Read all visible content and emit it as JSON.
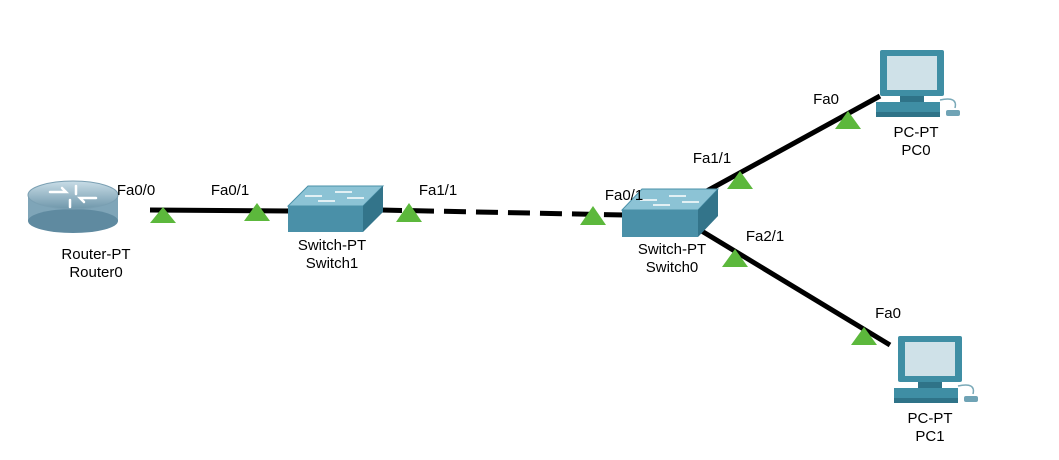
{
  "colors": {
    "link": "#000000",
    "port_indicator": "#5cb83c",
    "switch_body": "#4a90a8",
    "pc_body": "#3f8ea4",
    "router_body": "#8fb6c8"
  },
  "devices": {
    "router0": {
      "type": "Router-PT",
      "name": "Router0"
    },
    "switch1": {
      "type": "Switch-PT",
      "name": "Switch1"
    },
    "switch0": {
      "type": "Switch-PT",
      "name": "Switch0"
    },
    "pc0": {
      "type": "PC-PT",
      "name": "PC0"
    },
    "pc1": {
      "type": "PC-PT",
      "name": "PC1"
    }
  },
  "ports": {
    "router0_fa0_0": "Fa0/0",
    "switch1_fa0_1": "Fa0/1",
    "switch1_fa1_1": "Fa1/1",
    "switch0_fa0_1": "Fa0/1",
    "switch0_fa1_1": "Fa1/1",
    "switch0_fa2_1": "Fa2/1",
    "pc0_fa0": "Fa0",
    "pc1_fa0": "Fa0"
  }
}
